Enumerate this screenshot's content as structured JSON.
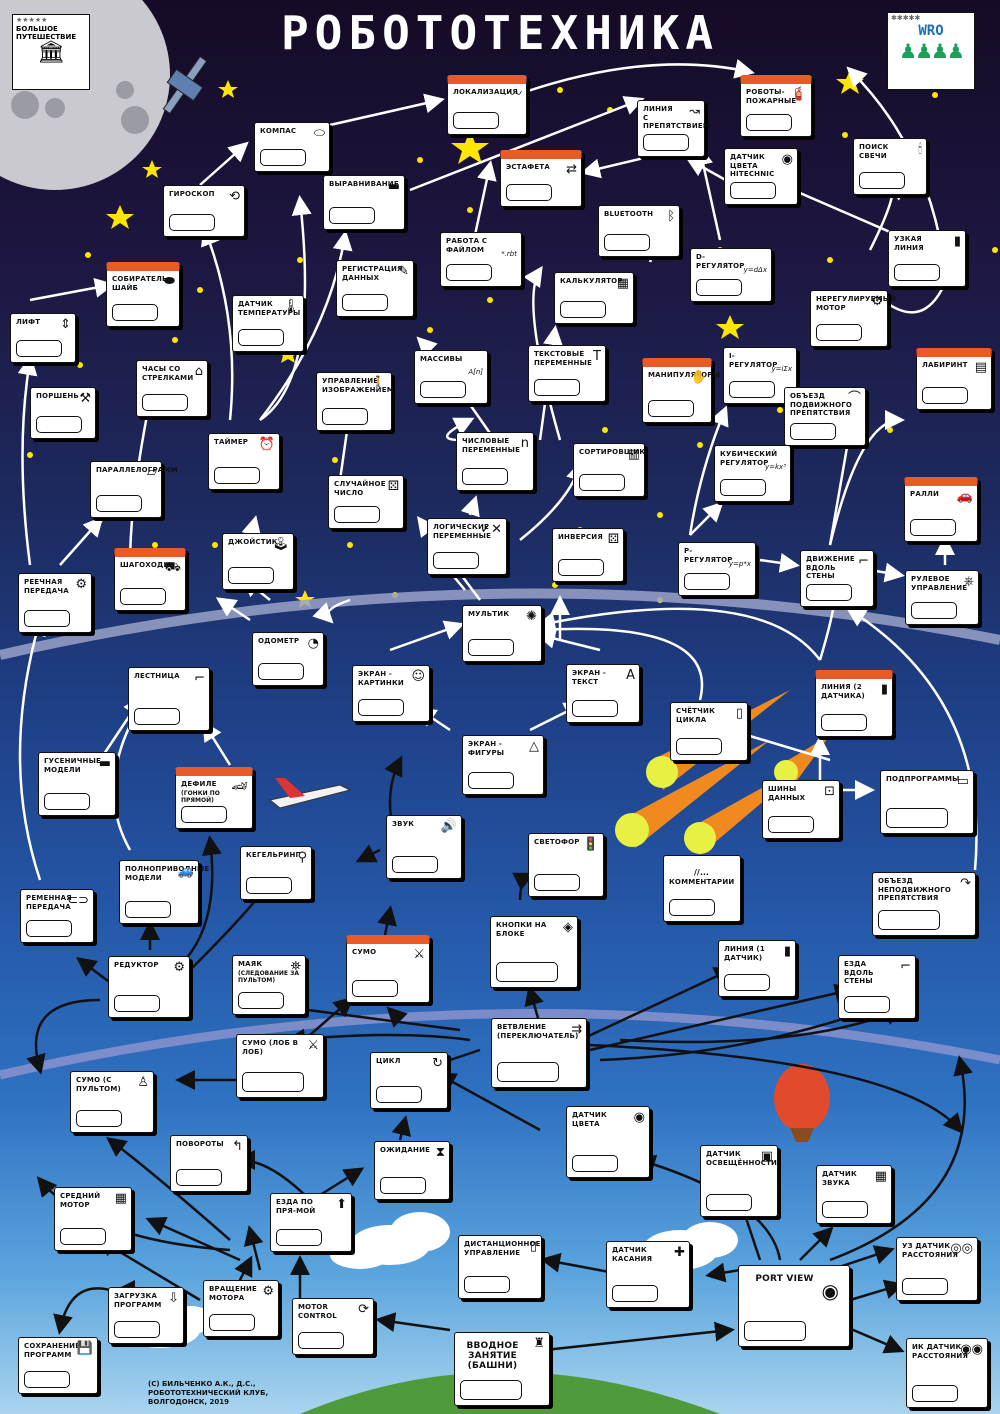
{
  "title": "РОБОТОТЕХНИКА",
  "badge_left": {
    "stars": "★★★★★",
    "label": "БОЛЬШОЕ ПУТЕШЕСТВИЕ"
  },
  "badge_right": {
    "stars": "✱✱✱✱✱",
    "label": "WRO"
  },
  "credit": [
    "(С) БИЛЬЧЕНКО А.К., Д.С.,",
    "РОБОТОТЕХНИЧЕСКИЙ КЛУБ,",
    "ВОЛГОДОНСК, 2019"
  ],
  "colors": {
    "card_accent": "#ea5a26",
    "arrow": "#ffffff",
    "arrow_lower": "#111111"
  },
  "nodes": [
    {
      "id": "lokalizatsiya",
      "label": "ЛОКАЛИЗАЦИЯ",
      "icon": "chart-icon",
      "glyph": "〰"
    },
    {
      "id": "roboty_pozharnye",
      "label": "РОБОТЫ-ПОЖАРНЫЕ",
      "icon": "extinguisher-icon",
      "glyph": "🧯"
    },
    {
      "id": "liniya_s_prepyatstviem",
      "label": "ЛИНИЯ С ПРЕПЯТСТВИЕМ",
      "icon": "line-icon",
      "glyph": "↝"
    },
    {
      "id": "kompas",
      "label": "КОМПАС",
      "icon": "compass-icon",
      "glyph": "⬭"
    },
    {
      "id": "estafeta",
      "label": "ЭСТАФЕТА",
      "icon": "relay-icon",
      "glyph": "⇄"
    },
    {
      "id": "datchik_tsveta_hitechnic",
      "label": "ДАТЧИК ЦВЕТА HITECHNIC",
      "icon": "color-wheel-icon",
      "glyph": "◉"
    },
    {
      "id": "poisk_svechi",
      "label": "ПОИСК СВЕЧИ",
      "icon": "candle-icon",
      "glyph": "🕯"
    },
    {
      "id": "giroskop",
      "label": "ГИРОСКОП",
      "icon": "gyro-icon",
      "glyph": "⟲"
    },
    {
      "id": "vyravnivanie",
      "label": "ВЫРАВНИВАНИЕ",
      "icon": "tank-icon",
      "glyph": "▬"
    },
    {
      "id": "bluetooth",
      "label": "BLUETOOTH",
      "icon": "bluetooth-icon",
      "glyph": "ᛒ"
    },
    {
      "id": "rabota_s_faylom",
      "label": "РАБОТА С ФАЙЛОМ",
      "icon": "file-icon",
      "glyph": "*.rbt"
    },
    {
      "id": "d_regulyator",
      "label": "D-РЕГУЛЯТОР",
      "icon": "formula-icon",
      "glyph": "y=dΔx"
    },
    {
      "id": "uzkaya_liniya",
      "label": "УЗКАЯ ЛИНИЯ",
      "icon": "narrow-line-icon",
      "glyph": "▮"
    },
    {
      "id": "sobiratel_shayb",
      "label": "СОБИРАТЕЛЬ ШАЙБ",
      "icon": "puck-icon",
      "glyph": "⬬"
    },
    {
      "id": "registratsiya_dannyh",
      "label": "РЕГИСТРАЦИЯ ДАННЫХ",
      "icon": "pen-icon",
      "glyph": "✎"
    },
    {
      "id": "kalkulyator",
      "label": "КАЛЬКУЛЯТОР",
      "icon": "calculator-icon",
      "glyph": "▦"
    },
    {
      "id": "nereguliruemyy_motor",
      "label": "НЕРЕГУЛИРУЕМЫЙ МОТОР",
      "icon": "motor-icon",
      "glyph": "⚙"
    },
    {
      "id": "lift",
      "label": "ЛИФТ",
      "icon": "elevator-icon",
      "glyph": "⇕"
    },
    {
      "id": "datchik_temperatury",
      "label": "ДАТЧИК ТЕМПЕРАТУРЫ",
      "icon": "thermometer-icon",
      "glyph": "🌡"
    },
    {
      "id": "massivy",
      "label": "МАССИВЫ",
      "icon": "array-icon",
      "glyph": "A[n]"
    },
    {
      "id": "tekstovye_peremennye",
      "label": "ТЕКСТОВЫЕ ПЕРЕМЕННЫЕ",
      "icon": "text-icon",
      "glyph": "T"
    },
    {
      "id": "manipulyatory",
      "label": "МАНИПУЛЯТОРЫ",
      "icon": "arm-icon",
      "glyph": "✋"
    },
    {
      "id": "i_regulyator",
      "label": "I-РЕГУЛЯТОР",
      "icon": "formula-icon",
      "glyph": "y=iΣx"
    },
    {
      "id": "labirint",
      "label": "ЛАБИРИНТ",
      "icon": "maze-icon",
      "glyph": "▤"
    },
    {
      "id": "porshen",
      "label": "ПОРШЕНЬ",
      "icon": "piston-icon",
      "glyph": "⚒"
    },
    {
      "id": "chasy_so_strelkami",
      "label": "ЧАСЫ СО СТРЕЛКАМИ",
      "icon": "clock-tower-icon",
      "glyph": "⌂"
    },
    {
      "id": "upravlenie_izobrazheniem",
      "label": "УПРАВЛЕНИЕ ИЗОБРАЖЕНИЕМ",
      "icon": "walker-icon",
      "glyph": "🚶"
    },
    {
      "id": "obezd_podvizhnogo",
      "label": "ОБЪЕЗД ПОДВИЖНОГО ПРЕПЯТСТВИЯ",
      "icon": "barrier-icon",
      "glyph": "⌒"
    },
    {
      "id": "taymer",
      "label": "ТАЙМЕР",
      "icon": "alarm-icon",
      "glyph": "⏰"
    },
    {
      "id": "chislovye_peremennye",
      "label": "ЧИСЛОВЫЕ ПЕРЕМЕННЫЕ",
      "icon": "n-icon",
      "glyph": "n"
    },
    {
      "id": "sortirovshchik",
      "label": "СОРТИРОВЩИК",
      "icon": "bins-icon",
      "glyph": "▥"
    },
    {
      "id": "kubicheskiy_regulyator",
      "label": "КУБИЧЕСКИЙ РЕГУЛЯТОР",
      "icon": "formula-icon",
      "glyph": "y=kx³"
    },
    {
      "id": "parallelogramm",
      "label": "ПАРАЛЛЕЛОГРАММ",
      "icon": "parallelogram-icon",
      "glyph": "▱"
    },
    {
      "id": "sluchaynoe_chislo",
      "label": "СЛУЧАЙНОЕ ЧИСЛО",
      "icon": "dice-icon",
      "glyph": "⚄"
    },
    {
      "id": "ralli",
      "label": "РАЛЛИ",
      "icon": "cars-icon",
      "glyph": "🚗"
    },
    {
      "id": "logicheskie_peremennye",
      "label": "ЛОГИЧЕСКИЕ ПЕРЕМЕННЫЕ",
      "icon": "check-cross-icon",
      "glyph": "✓✕"
    },
    {
      "id": "inversiya",
      "label": "ИНВЕРСИЯ",
      "icon": "dice-icon",
      "glyph": "⚄"
    },
    {
      "id": "dzhoystik",
      "label": "ДЖОЙСТИК",
      "icon": "joystick-icon",
      "glyph": "🕹"
    },
    {
      "id": "reechnaya_peredacha",
      "label": "РЕЕЧНАЯ ПЕРЕДАЧА",
      "icon": "rack-icon",
      "glyph": "⚙"
    },
    {
      "id": "shagohody",
      "label": "ШАГОХОДЫ",
      "icon": "walker-robot-icon",
      "glyph": "⛟"
    },
    {
      "id": "p_regulyator",
      "label": "P-РЕГУЛЯТОР",
      "icon": "formula-icon",
      "glyph": "y=p*x"
    },
    {
      "id": "dvizhenie_vdol_steny",
      "label": "ДВИЖЕНИЕ ВДОЛЬ СТЕНЫ",
      "icon": "wall-icon",
      "glyph": "⌐"
    },
    {
      "id": "rulevoe_upravlenie",
      "label": "РУЛЕВОЕ УПРАВЛЕНИЕ",
      "icon": "steering-icon",
      "glyph": "⎈"
    },
    {
      "id": "multik",
      "label": "МУЛЬТИК",
      "icon": "monster-icon",
      "glyph": "✺"
    },
    {
      "id": "odometr",
      "label": "ОДОМЕТР",
      "icon": "gauge-icon",
      "glyph": "◔"
    },
    {
      "id": "ekran_kartinki",
      "label": "ЭКРАН - КАРТИНКИ",
      "icon": "smiley-icon",
      "glyph": "☺"
    },
    {
      "id": "ekran_tekst",
      "label": "ЭКРАН - ТЕКСТ",
      "icon": "letter-icon",
      "glyph": "A"
    },
    {
      "id": "lestnitsa",
      "label": "ЛЕСТНИЦА",
      "icon": "stairs-icon",
      "glyph": "⌐"
    },
    {
      "id": "liniya_2_datchika",
      "label": "ЛИНИЯ (2 ДАТЧИКА)",
      "icon": "sensors-icon",
      "glyph": "▮"
    },
    {
      "id": "schetchik_tsikla",
      "label": "СЧЁТЧИК ЦИКЛА",
      "icon": "counter-icon",
      "glyph": "▯"
    },
    {
      "id": "ekran_figury",
      "label": "ЭКРАН - ФИГУРЫ",
      "icon": "triangle-icon",
      "glyph": "△"
    },
    {
      "id": "gusenichnye_modeli",
      "label": "ГУСЕНИЧНЫЕ МОДЕЛИ",
      "icon": "tank-icon",
      "glyph": "▬"
    },
    {
      "id": "defile",
      "label": "ДЕФИЛЕ",
      "sublabel": "(ГОНКИ ПО ПРЯМОЙ)",
      "icon": "race-car-icon",
      "glyph": "🏎"
    },
    {
      "id": "shiny_dannyh",
      "label": "ШИНЫ ДАННЫХ",
      "icon": "bus-icon",
      "glyph": "⊡"
    },
    {
      "id": "podprogrammy",
      "label": "ПОДПРОГРАММЫ",
      "icon": "subprogram-icon",
      "glyph": "▭"
    },
    {
      "id": "zvuk",
      "label": "ЗВУК",
      "icon": "speaker-icon",
      "glyph": "🔊"
    },
    {
      "id": "kegelring",
      "label": "КЕГЕЛЬРИНГ",
      "icon": "pins-icon",
      "glyph": "⚲"
    },
    {
      "id": "svetofor",
      "label": "СВЕТОФОР",
      "icon": "traffic-light-icon",
      "glyph": "🚦"
    },
    {
      "id": "kommentarii",
      "label": "КОММЕНТАРИИ",
      "prefix": "//...",
      "icon": "comment-icon",
      "glyph": ""
    },
    {
      "id": "polnoprivodnye_modeli",
      "label": "ПОЛНОПРИВОДНЫЕ МОДЕЛИ",
      "icon": "car-icon",
      "glyph": "🚙"
    },
    {
      "id": "obezd_nepodvizhnogo",
      "label": "ОБЪЕЗД НЕПОДВИЖНОГО ПРЕПЯТСТВИЯ",
      "icon": "detour-icon",
      "glyph": "↷"
    },
    {
      "id": "remennaya_peredacha",
      "label": "РЕМЕННАЯ ПЕРЕДАЧА",
      "icon": "belt-icon",
      "glyph": "⊂⊃"
    },
    {
      "id": "knopki_na_bloke",
      "label": "КНОПКИ НА БЛОКЕ",
      "icon": "buttons-icon",
      "glyph": "◈"
    },
    {
      "id": "mayak",
      "label": "МАЯК",
      "sublabel": "(СЛЕДОВАНИЕ ЗА ПУЛЬТОМ)",
      "icon": "lighthouse-icon",
      "glyph": "⛯"
    },
    {
      "id": "sumo",
      "label": "СУМО",
      "icon": "sumo-icon",
      "glyph": "⚔"
    },
    {
      "id": "reduktor",
      "label": "РЕДУКТОР",
      "icon": "gears-icon",
      "glyph": "⚙"
    },
    {
      "id": "liniya_1_datchik",
      "label": "ЛИНИЯ (1 ДАТЧИК)",
      "icon": "sensor-icon",
      "glyph": "▮"
    },
    {
      "id": "ezda_vdol_steny",
      "label": "ЕЗДА ВДОЛЬ СТЕНЫ",
      "icon": "wall-icon",
      "glyph": "⌐"
    },
    {
      "id": "vetvlenie",
      "label": "ВЕТВЛЕНИЕ (ПЕРЕКЛЮЧАТЕЛЬ)",
      "icon": "switch-icon",
      "glyph": "⇉"
    },
    {
      "id": "sumo_lob",
      "label": "СУМО (ЛОБ В ЛОБ)",
      "icon": "sumo-icon",
      "glyph": "⚔"
    },
    {
      "id": "tsikl",
      "label": "ЦИКЛ",
      "icon": "loop-icon",
      "glyph": "↻"
    },
    {
      "id": "sumo_pult",
      "label": "СУМО (С ПУЛЬТОМ)",
      "icon": "sumo-icon",
      "glyph": "♙"
    },
    {
      "id": "datchik_tsveta",
      "label": "ДАТЧИК ЦВЕТА",
      "icon": "color-wheel-icon",
      "glyph": "◉"
    },
    {
      "id": "povoroty",
      "label": "ПОВОРОТЫ",
      "icon": "turn-icon",
      "glyph": "↰"
    },
    {
      "id": "ozhidanie",
      "label": "ОЖИДАНИЕ",
      "icon": "hourglass-icon",
      "glyph": "⧗"
    },
    {
      "id": "datchik_osveshchennosti",
      "label": "ДАТЧИК ОСВЕЩЁННОСТИ",
      "icon": "light-sensor-icon",
      "glyph": "▣"
    },
    {
      "id": "datchik_zvuka",
      "label": "ДАТЧИК ЗВУКА",
      "icon": "sound-sensor-icon",
      "glyph": "▦"
    },
    {
      "id": "sredniy_motor",
      "label": "СРЕДНИЙ МОТОР",
      "icon": "motor-icon",
      "glyph": "▦"
    },
    {
      "id": "ezda_po_pryamoy",
      "label": "ЕЗДА ПО ПРЯ-МОЙ",
      "icon": "arrow-up-icon",
      "glyph": "⬆"
    },
    {
      "id": "distantsionnoe_upravlenie",
      "label": "ДИСТАНЦИОННОЕ УПРАВЛЕНИЕ",
      "icon": "remote-icon",
      "glyph": "▯"
    },
    {
      "id": "datchik_kasaniya",
      "label": "ДАТЧИК КАСАНИЯ",
      "icon": "touch-sensor-icon",
      "glyph": "✚"
    },
    {
      "id": "uz_datchik",
      "label": "УЗ ДАТЧИК РАССТОЯНИЯ",
      "icon": "ultrasonic-icon",
      "glyph": "◎◎"
    },
    {
      "id": "port_view",
      "label": "PORT VIEW",
      "icon": "eye-icon",
      "glyph": "◉"
    },
    {
      "id": "zagruzka_programm",
      "label": "ЗАГРУЗКА ПРОГРАММ",
      "icon": "download-icon",
      "glyph": "⇩"
    },
    {
      "id": "vrashchenie_motora",
      "label": "ВРАЩЕНИЕ МОТОРА",
      "icon": "motors-icon",
      "glyph": "⚙"
    },
    {
      "id": "motor_control",
      "label": "MOTOR CONTROL",
      "icon": "motor-control-icon",
      "glyph": "⟳"
    },
    {
      "id": "ik_datchik",
      "label": "ИК ДАТЧИК РАССТОЯНИЯ",
      "icon": "ir-sensor-icon",
      "glyph": "◉◉"
    },
    {
      "id": "vvodnoe_zanyatie",
      "label": "ВВОДНОЕ ЗАНЯТИЕ (БАШНИ)",
      "icon": "tower-icon",
      "glyph": "♜"
    },
    {
      "id": "sohranenie_programm",
      "label": "СОХРАНЕНИЕ ПРОГРАММ",
      "icon": "save-icon",
      "glyph": "💾"
    }
  ]
}
